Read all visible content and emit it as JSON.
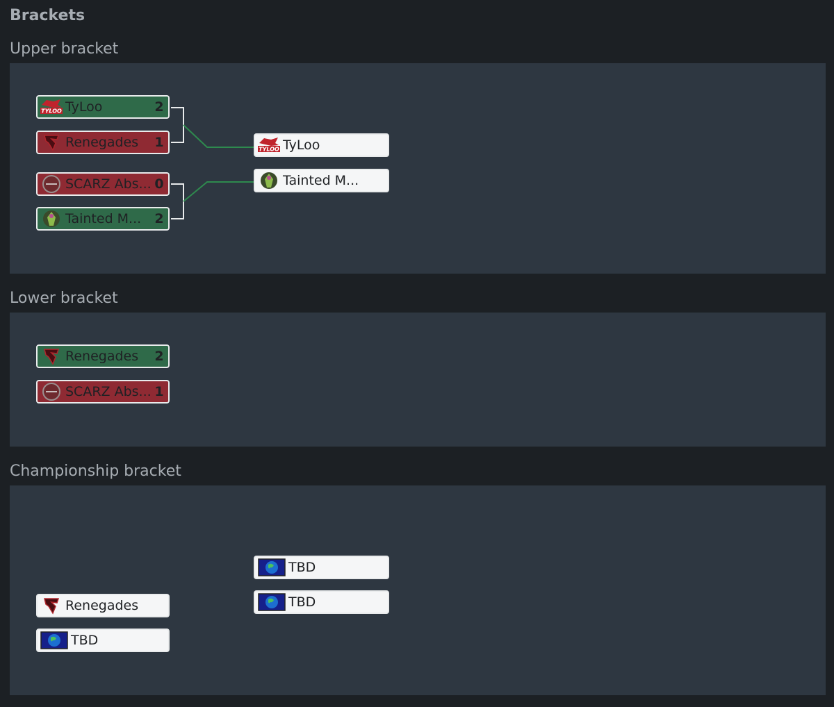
{
  "page_title": "Brackets",
  "sections": {
    "upper": {
      "label": "Upper bracket",
      "round1": [
        {
          "name": "TyLoo",
          "score": "2",
          "result": "win",
          "logo": "tyloo-logo"
        },
        {
          "name": "Renegades",
          "score": "1",
          "result": "lose",
          "logo": "renegades-logo"
        },
        {
          "name": "SCARZ Abs...",
          "score": "0",
          "result": "lose",
          "logo": "scarz-logo"
        },
        {
          "name": "Tainted M...",
          "score": "2",
          "result": "win",
          "logo": "tainted-minds-logo"
        }
      ],
      "round2": [
        {
          "name": "TyLoo",
          "logo": "tyloo-logo"
        },
        {
          "name": "Tainted M...",
          "logo": "tainted-minds-logo"
        }
      ]
    },
    "lower": {
      "label": "Lower bracket",
      "round1": [
        {
          "name": "Renegades",
          "score": "2",
          "result": "win",
          "logo": "renegades-logo"
        },
        {
          "name": "SCARZ Abs...",
          "score": "1",
          "result": "lose",
          "logo": "scarz-logo"
        }
      ]
    },
    "championship": {
      "label": "Championship bracket",
      "round1": [
        {
          "name": "Renegades",
          "logo": "renegades-logo"
        },
        {
          "name": "TBD",
          "logo": "tbd-globe-logo"
        }
      ],
      "round2": [
        {
          "name": "TBD",
          "logo": "tbd-globe-logo"
        },
        {
          "name": "TBD",
          "logo": "tbd-globe-logo"
        }
      ]
    }
  },
  "colors": {
    "win": "#2f6a49",
    "lose": "#8f2a33",
    "connector": "#2e8a4e",
    "bracket_line": "#e9ebec"
  }
}
